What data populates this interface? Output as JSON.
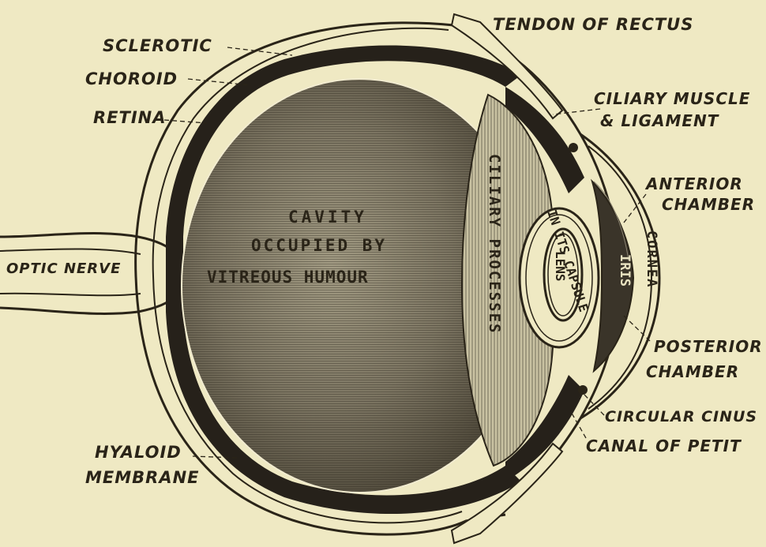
{
  "colors": {
    "paper": "#efe9c3",
    "ink": "#2a2418",
    "vitreous_dark": "#4a4436",
    "vitreous_mid": "#777060",
    "vitreous_light": "#9d967f",
    "choroid": "#26211a"
  },
  "labels": {
    "sclerotic": "SCLEROTIC",
    "choroid": "CHOROID",
    "retina": "RETINA",
    "optic_nerve": "OPTIC NERVE",
    "hyaloid_1": "HYALOID",
    "hyaloid_2": "MEMBRANE",
    "tendon": "TENDON OF RECTUS",
    "ciliary_1": "CILIARY MUSCLE",
    "ciliary_2": "& LIGAMENT",
    "anterior_1": "ANTERIOR",
    "anterior_2": "CHAMBER",
    "posterior_1": "POSTERIOR",
    "posterior_2": "CHAMBER",
    "circular": "CIRCULAR CINUS",
    "canal": "CANAL OF PETIT"
  },
  "inner_text": {
    "cavity_1": "CAVITY",
    "cavity_2": "OCCUPIED BY",
    "cavity_3": "VITREOUS  HUMOUR",
    "ciliary_processes": "CILIARY PROCESSES",
    "capsule": "IN ITS CAPSULE",
    "lens": "LENS",
    "iris": "IRIS",
    "cornea": "CORNEA"
  }
}
